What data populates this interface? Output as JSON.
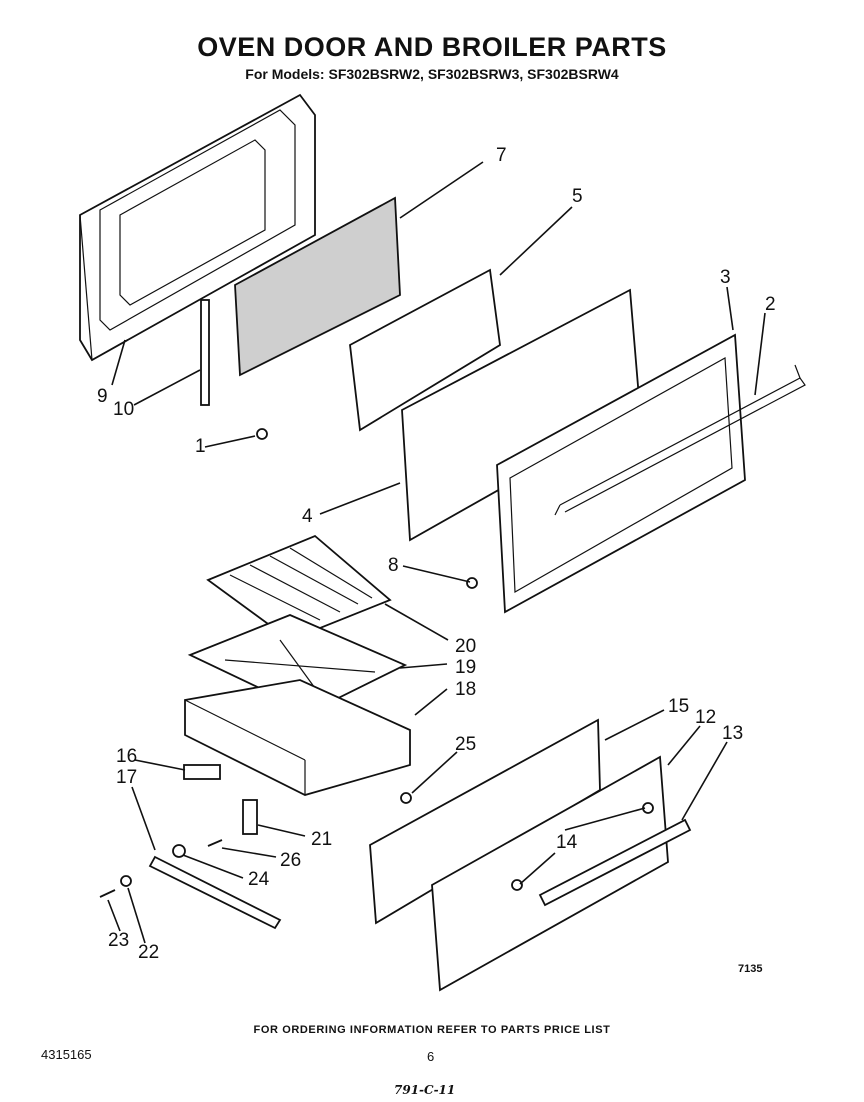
{
  "title": "OVEN DOOR AND BROILER PARTS",
  "subtitle": "For Models: SF302BSRW2, SF302BSRW3, SF302BSRW4",
  "callouts": [
    "1",
    "2",
    "3",
    "4",
    "5",
    "7",
    "8",
    "9",
    "10",
    "12",
    "13",
    "14",
    "15",
    "16",
    "17",
    "18",
    "19",
    "20",
    "21",
    "22",
    "23",
    "24",
    "25",
    "26"
  ],
  "footer": {
    "ordering_note": "FOR ORDERING INFORMATION REFER TO PARTS PRICE LIST",
    "doc_number": "4315165",
    "page_number": "6",
    "figure_number": "7135",
    "handwritten_note": "791-C-11"
  }
}
